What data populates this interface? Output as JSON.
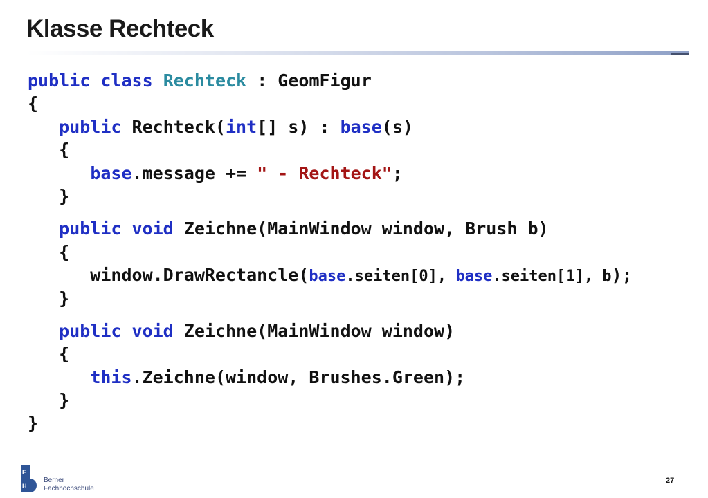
{
  "slide": {
    "title": "Klasse Rechteck",
    "page_number": "27"
  },
  "logo": {
    "letter_f": "F",
    "letter_h": "H",
    "line1": "Berner",
    "line2": "Fachhochschule"
  },
  "code": {
    "l1": [
      "public",
      "class",
      "Rechteck",
      ": GeomFigur"
    ],
    "l2": "{",
    "l3": [
      "   ",
      "public",
      " Rechteck(",
      "int",
      "[] s) : ",
      "base",
      "(s)"
    ],
    "l4": "   {",
    "l5": [
      "      ",
      "base",
      ".message += ",
      "\" - Rechteck\"",
      ";"
    ],
    "l6": "   }",
    "l7": [
      "   ",
      "public",
      "void",
      " Zeichne(MainWindow window, Brush b)"
    ],
    "l8": "   {",
    "l9": [
      "      window.DrawRectancle(",
      "base",
      ".seiten[0], ",
      "base",
      ".seiten[1], b",
      ");"
    ],
    "l10": "   }",
    "l11": [
      "   ",
      "public",
      "void",
      " Zeichne(MainWindow window)"
    ],
    "l12": "   {",
    "l13": [
      "      ",
      "this",
      ".Zeichne(window, Brushes.Green);"
    ],
    "l14": "   }",
    "l15": "}"
  },
  "colors": {
    "keyword": "#1f2fc4",
    "type_name": "#2b8ba0",
    "string": "#a31515",
    "logo_blue": "#2f5597"
  }
}
